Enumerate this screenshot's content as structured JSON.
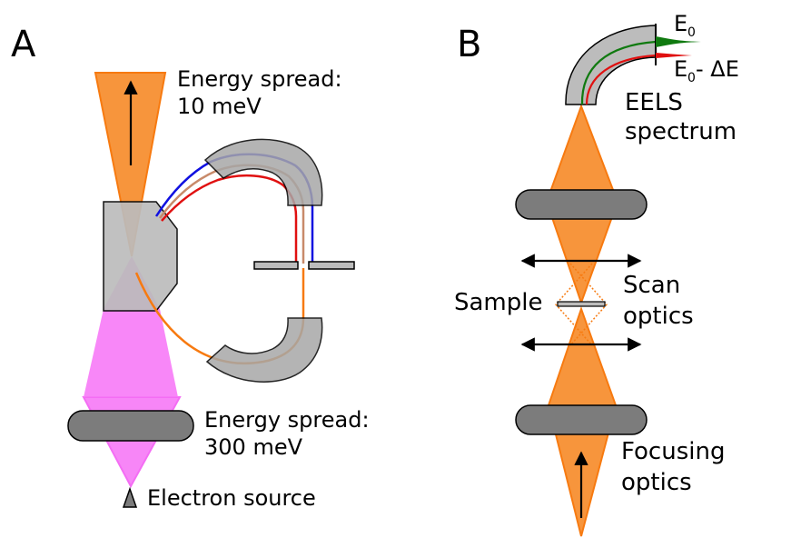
{
  "panels": {
    "a": "A",
    "b": "B"
  },
  "panel_a": {
    "spread_top_line1": "Energy spread:",
    "spread_top_line2": "10 meV",
    "spread_bottom_line1": "Energy spread:",
    "spread_bottom_line2": "300 meV",
    "source": "Electron source"
  },
  "panel_b": {
    "e0": "E",
    "e0_sub": "0",
    "e_loss": "E",
    "e_loss_sub": "0",
    "e_loss_suffix": "- ΔE",
    "eels_line1": "EELS",
    "eels_line2": "spectrum",
    "scan_line1": "Scan",
    "scan_line2": "optics",
    "sample": "Sample",
    "focus_line1": "Focusing",
    "focus_line2": "optics"
  },
  "colors": {
    "beam_orange": "#f7953c",
    "beam_edge": "#f77a10",
    "beam_pink": "#f77af7",
    "beam_pink_edge": "#f35ef3",
    "lens_gray": "#7c7c7c",
    "prism_gray": "#bcbcbc",
    "blue": "#1010e0",
    "red": "#e01010",
    "green": "#107a10",
    "brown": "#c88a6a"
  }
}
